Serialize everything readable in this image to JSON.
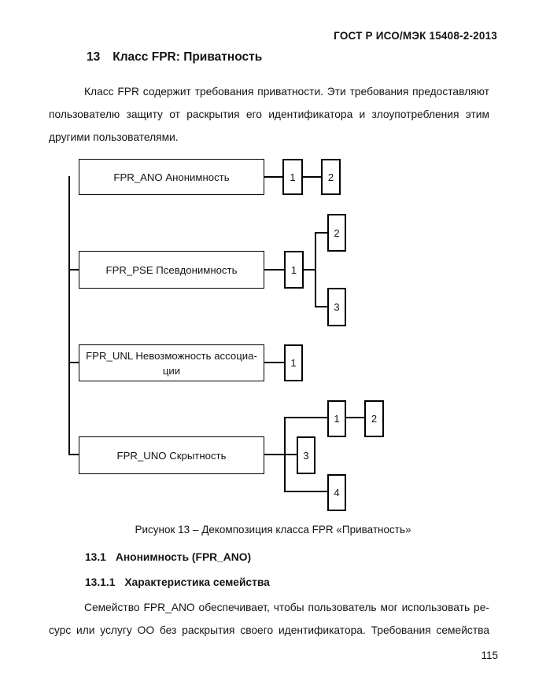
{
  "page": {
    "header": "ГОСТ Р ИСО/МЭК 15408-2-2013",
    "page_number": "115"
  },
  "section": {
    "number": "13",
    "title": "Класс FPR: Приватность"
  },
  "intro_paragraph": {
    "lines": [
      "Класс FPR содержит требования приватности. Эти требования предоставляют",
      "пользователю защиту от раскрытия его идентификатора и злоупотребления этим",
      "другими пользователями."
    ]
  },
  "diagram": {
    "rows": [
      {
        "family": "FPR_ANO Анонимность",
        "boxes": [
          "1",
          "2"
        ]
      },
      {
        "family": "FPR_PSE Псевдонимность",
        "boxes": [
          "1",
          "2",
          "3"
        ]
      },
      {
        "family_line1": "FPR_UNL Невозможность ассоциа-",
        "family_line2": "ции",
        "boxes": [
          "1"
        ]
      },
      {
        "family": "FPR_UNO Скрытность",
        "boxes": [
          "1",
          "2",
          "3",
          "4"
        ]
      }
    ],
    "caption": "Рисунок 13 – Декомпозиция класса FPR «Приватность»"
  },
  "subsection": {
    "number": "13.1",
    "title": "Анонимность (FPR_ANO)"
  },
  "subsubsection": {
    "number": "13.1.1",
    "title": "Характеристика семейства"
  },
  "body_paragraph": {
    "lines": [
      "Семейство FPR_ANO обеспечивает, чтобы пользователь мог использовать ре-",
      "сурс или услугу ОО без раскрытия своего идентификатора. Требования семейства"
    ]
  }
}
